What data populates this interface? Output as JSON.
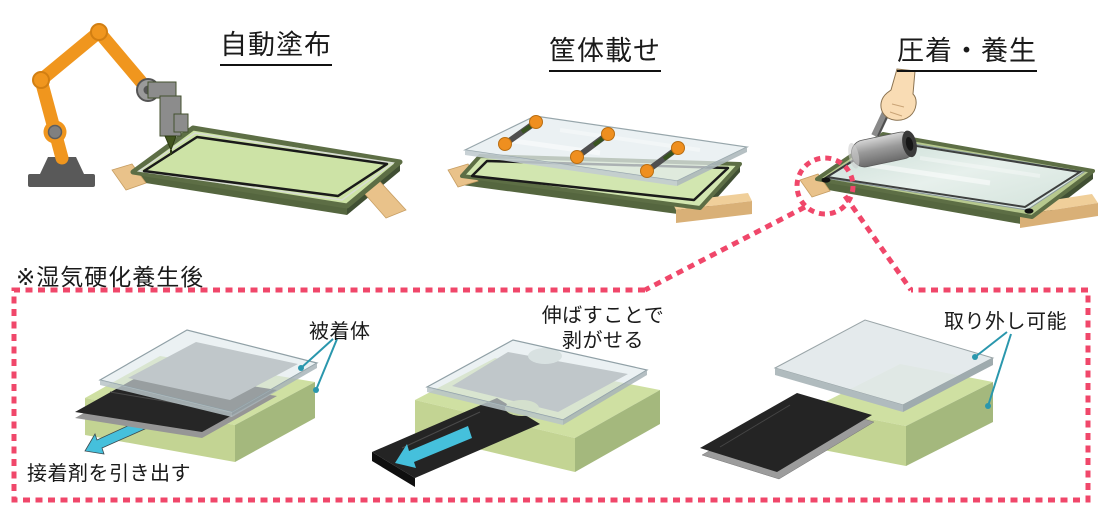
{
  "figure": {
    "type": "adhesive-process-diagram",
    "steps": [
      {
        "id": "auto-coating",
        "title": "自動塗布"
      },
      {
        "id": "chassis-placing",
        "title": "筐体載せ"
      },
      {
        "id": "press-curing",
        "title": "圧着・養生"
      }
    ],
    "note": "※湿気硬化養生後",
    "detail_labels": {
      "adherend": "被着体",
      "pull_out_adhesive": "接着剤を引き出す",
      "stretch_release_line1": "伸ばすことで",
      "stretch_release_line2": "剥がせる",
      "removable": "取り外し可能"
    },
    "colors": {
      "callout_pink": "#f0476a",
      "panel_green": "#cde3a6",
      "frame_olive": "#5d6e45",
      "adhesive_black": "#242424",
      "arrow_cyan": "#45c0dc",
      "leader_teal": "#2a97ad",
      "robot_orange": "#f0961e",
      "wood_tan": "#e9c28a"
    }
  }
}
